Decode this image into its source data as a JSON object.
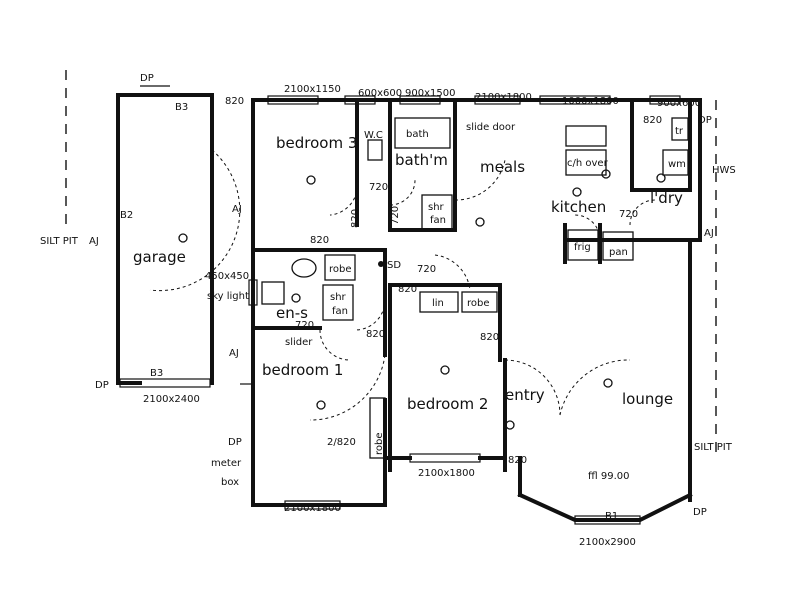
{
  "rooms": {
    "bedroom3": "bedroom 3",
    "bathroom": "bath'm",
    "wc": "W.C",
    "meals": "meals",
    "kitchen": "kitchen",
    "laundry": "l'dry",
    "garage": "garage",
    "ensuite": "en-s",
    "bedroom1": "bedroom 1",
    "bedroom2": "bedroom 2",
    "entry": "entry",
    "lounge": "lounge"
  },
  "fixtures": {
    "bath": "bath",
    "shr_fan_1": "shr",
    "shr_fan_1b": "fan",
    "shr_fan_2": "shr",
    "shr_fan_2b": "fan",
    "robe_1": "robe",
    "robe_2": "robe",
    "robe_3": "robe",
    "lin": "lin",
    "oven": "c/h over",
    "fridge": "frig",
    "pantry": "pan",
    "tr": "tr",
    "wm": "wm",
    "sd": "SD",
    "sky_light": "sky light",
    "sky_light_size": "450x450",
    "slider": "slider",
    "slide_door": "slide door",
    "meter_box": "meter",
    "meter_box_2": "box",
    "hws": "HWS",
    "ffl": "ffl 99.00"
  },
  "dimensions": {
    "d1": "2100x1150",
    "d2": "600x600",
    "d3": "900x1500",
    "d4": "2100x1800",
    "d5": "1000x1800",
    "d6": "900x600",
    "d7": "2100x2400",
    "d8": "2100x1800",
    "d9": "2100x1800",
    "d10": "2100x2900",
    "door_820": "820",
    "door_720": "720",
    "door_2820": "2/820"
  },
  "markers": {
    "b1": "B1",
    "b2": "B2",
    "b3_top": "B3",
    "b3_bottom": "B3",
    "dp": "DP",
    "aj": "AJ",
    "silt_pit": "SILT PIT"
  }
}
